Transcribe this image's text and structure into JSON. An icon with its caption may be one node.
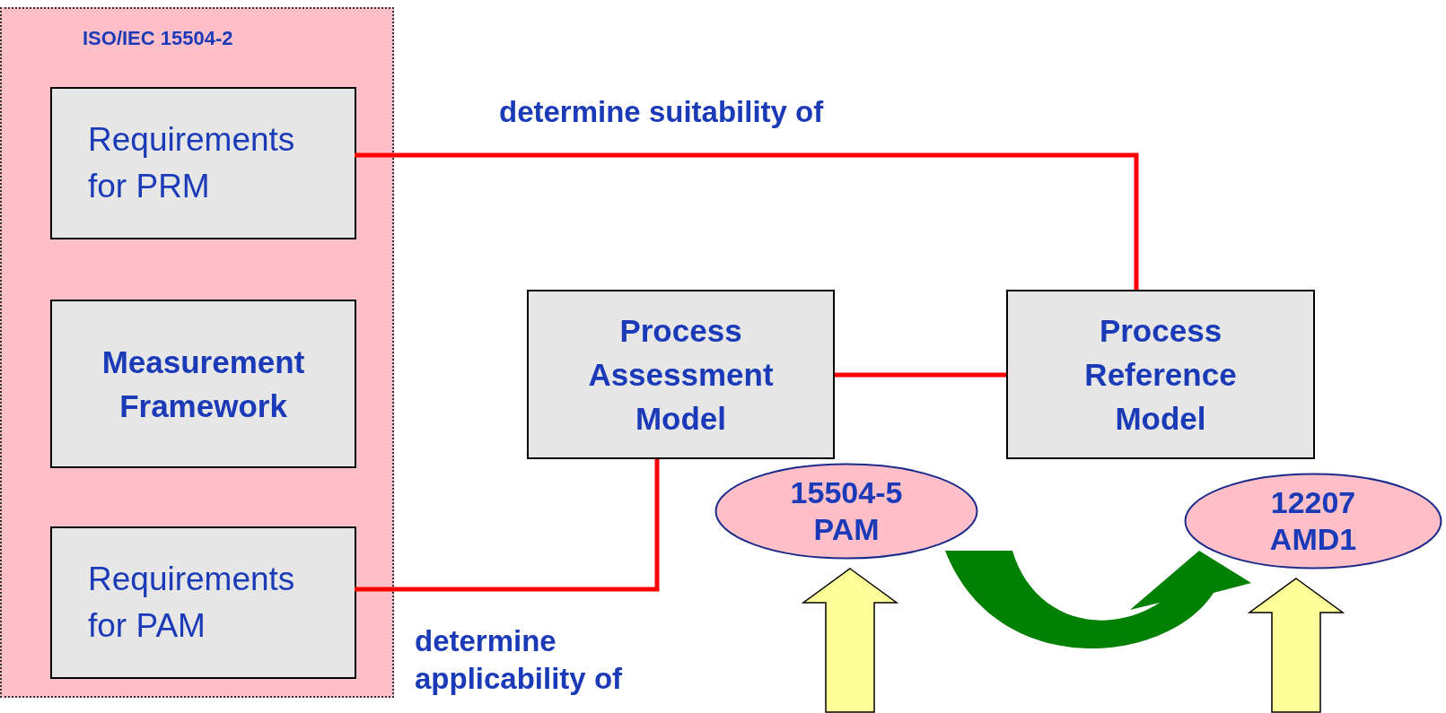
{
  "diagram": {
    "nodes": [
      {
        "text": [
          "ISO/IEC 15504-2"
        ]
      },
      {
        "text": [
          "Requirements for PRM"
        ],
        "in": 0
      },
      {
        "text": [
          "Measurement Framework"
        ],
        "in": 0
      },
      {
        "text": [
          "Requirements for PAM"
        ],
        "in": 0
      },
      {
        "text": [
          "Process Assessment Model"
        ]
      },
      {
        "text": [
          "Process Reference Model"
        ]
      },
      {
        "text": [
          "15504-5 PAM"
        ]
      },
      {
        "text": [
          "12207 AMD1"
        ]
      }
    ],
    "edges": [
      {
        "from": 1,
        "to": 5,
        "arrow": "none",
        "label": "determine suitability of"
      },
      {
        "from": 4,
        "to": 5,
        "arrow": "none"
      },
      {
        "from": 3,
        "to": 4,
        "arrow": "none",
        "label": "determine applicability of"
      },
      {
        "from": 6,
        "to": 7,
        "arrow": "to",
        "style": "thick",
        "color": "#008000"
      },
      {
        "from": null,
        "to": 6,
        "arrow": "to",
        "style": "thick",
        "color": "#ffff99"
      },
      {
        "from": null,
        "to": 7,
        "arrow": "to",
        "style": "thick",
        "color": "#ffff99"
      }
    ]
  }
}
